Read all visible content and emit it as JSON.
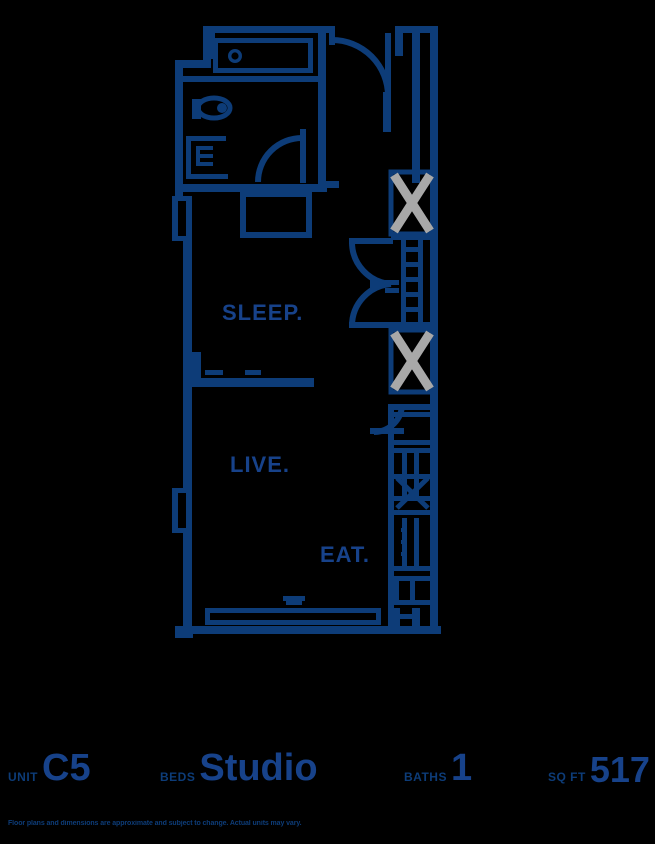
{
  "plan": {
    "unit_name": "C5",
    "color_primary": "#0d3c78",
    "color_accent": "#17428a",
    "color_closet_x": "#a8a8a8",
    "background": "#000000",
    "rooms": [
      {
        "id": "sleep",
        "label": "SLEEP."
      },
      {
        "id": "live",
        "label": "LIVE."
      },
      {
        "id": "eat",
        "label": "EAT."
      }
    ],
    "fixtures": [
      "bathtub",
      "toilet",
      "sink",
      "washer-dryer-closet",
      "kitchen-counter",
      "kitchen-sink",
      "range",
      "refrigerator",
      "entry-door",
      "bathroom-door",
      "double-door",
      "window-left-upper",
      "window-left-lower",
      "window-bottom"
    ]
  },
  "stats": [
    {
      "id": "unit",
      "label": "UNIT",
      "value": "C5"
    },
    {
      "id": "beds",
      "label": "BEDS",
      "value": "Studio"
    },
    {
      "id": "baths",
      "label": "BATHS",
      "value": "1"
    },
    {
      "id": "sqft",
      "label": "SQ FT",
      "value": "517"
    }
  ],
  "footer": {
    "disclaimer": "Floor plans and dimensions are approximate and subject to change. Actual units may vary."
  }
}
